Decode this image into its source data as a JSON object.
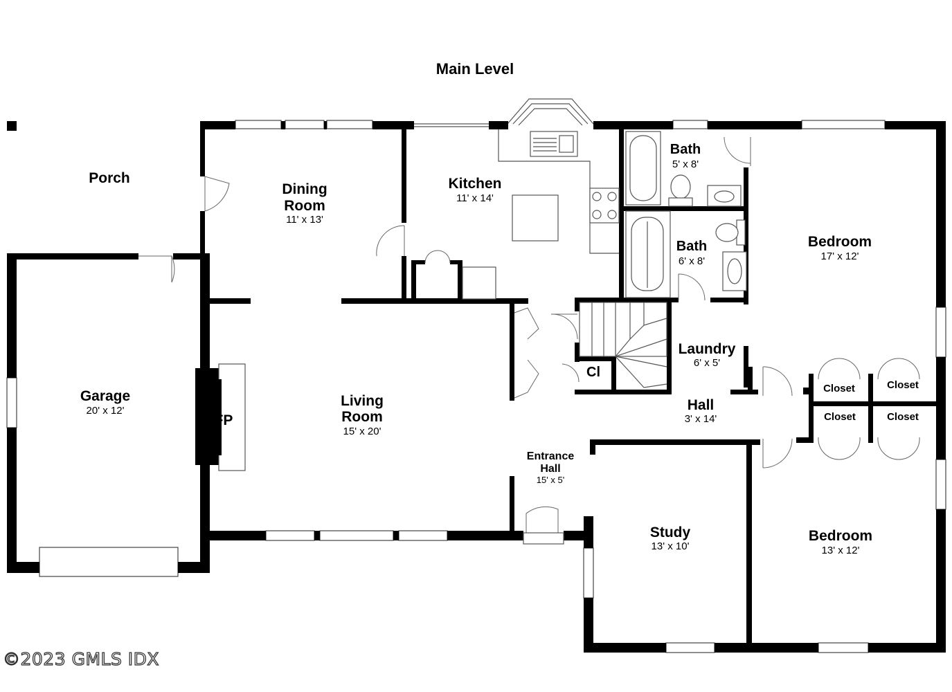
{
  "title": "Main Level",
  "copyright": "©2023 GMLS IDX",
  "rooms": {
    "porch": {
      "name": "Porch"
    },
    "dining": {
      "name_line1": "Dining",
      "name_line2": "Room",
      "dims": "11' x 13'"
    },
    "kitchen": {
      "name": "Kitchen",
      "dims": "11' x 14'"
    },
    "bath1": {
      "name": "Bath",
      "dims": "5' x 8'"
    },
    "bath2": {
      "name": "Bath",
      "dims": "6' x 8'"
    },
    "bedroom1": {
      "name": "Bedroom",
      "dims": "17' x 12'"
    },
    "garage": {
      "name": "Garage",
      "dims": "20' x 12'"
    },
    "fireplace": {
      "name": "FP"
    },
    "living": {
      "name_line1": "Living",
      "name_line2": "Room",
      "dims": "15' x 20'"
    },
    "closet_small": {
      "name": "Cl"
    },
    "laundry": {
      "name": "Laundry",
      "dims": "6' x 5'"
    },
    "hall": {
      "name": "Hall",
      "dims": "3' x 14'"
    },
    "closet_a": {
      "name": "Closet"
    },
    "closet_b": {
      "name": "Closet"
    },
    "closet_c": {
      "name": "Closet"
    },
    "closet_d": {
      "name": "Closet"
    },
    "entrance": {
      "name_line1": "Entrance",
      "name_line2": "Hall",
      "dims": "15' x 5'"
    },
    "study": {
      "name": "Study",
      "dims": "13' x 10'"
    },
    "bedroom2": {
      "name": "Bedroom",
      "dims": "13' x 12'"
    }
  }
}
